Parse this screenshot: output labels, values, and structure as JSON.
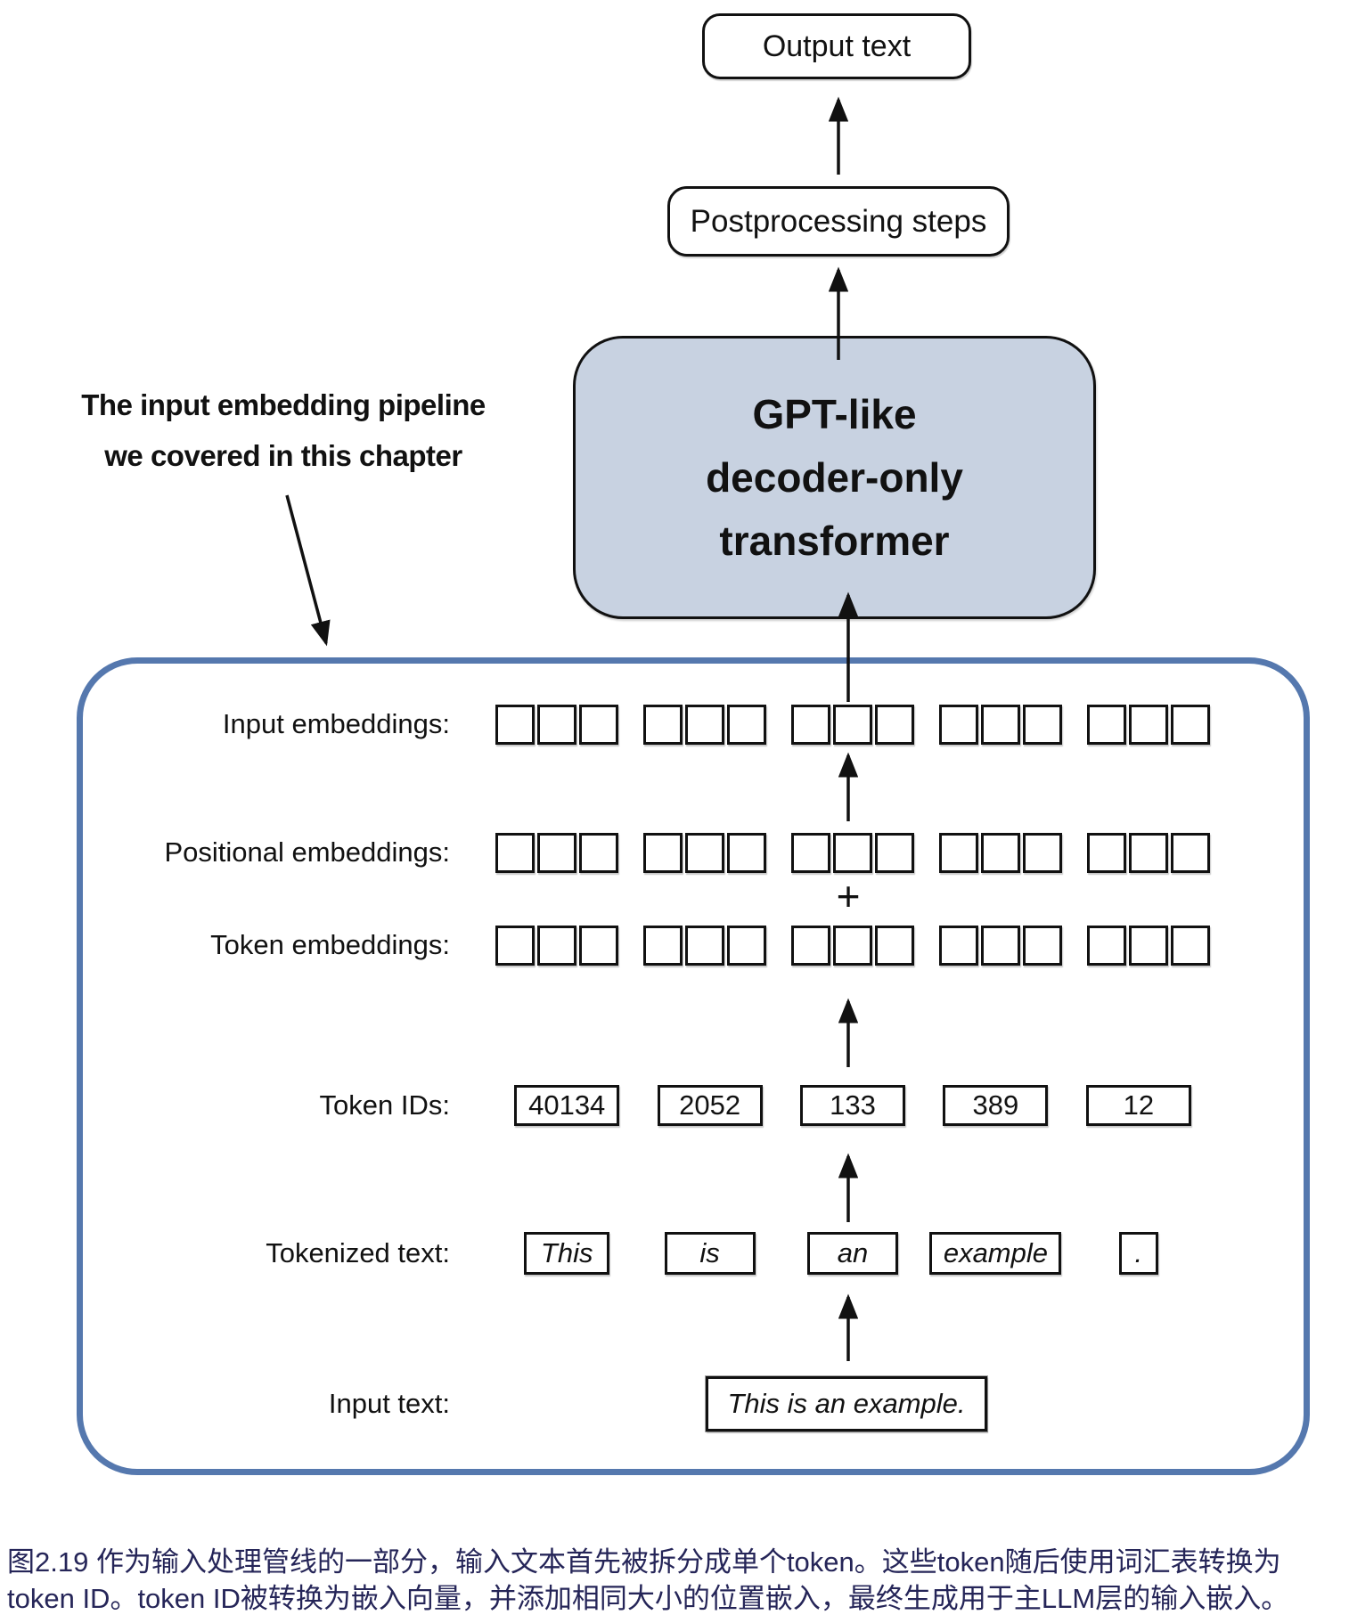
{
  "diagram": {
    "output_box_label": "Output text",
    "postprocessing_box_label": "Postprocessing steps",
    "gpt_box": {
      "line1": "GPT-like",
      "line2": "decoder-only",
      "line3": "transformer"
    },
    "annotation": {
      "line1": "The input embedding pipeline",
      "line2": "we covered in this chapter"
    },
    "pipeline": {
      "labels": {
        "input_embeddings": "Input embeddings:",
        "positional_embeddings": "Positional embeddings:",
        "token_embeddings": "Token embeddings:",
        "token_ids": "Token IDs:",
        "tokenized_text": "Tokenized text:",
        "input_text": "Input text:"
      },
      "plus_sign": "+",
      "embedding_groups": 5,
      "squares_per_group": 3,
      "token_ids": [
        "40134",
        "2052",
        "133",
        "389",
        "12"
      ],
      "tokens": [
        "This",
        "is",
        "an",
        "example",
        "."
      ],
      "input_text": "This is an example."
    }
  },
  "caption": "图2.19 作为输入处理管线的一部分，输入文本首先被拆分成单个token。这些token随后使用词汇表转换为token ID。token ID被转换为嵌入向量，并添加相同大小的位置嵌入，最终生成用于主LLM层的输入嵌入。",
  "colors": {
    "stroke": "#111111",
    "gpt_box_fill": "#c8d2e1",
    "pipeline_border": "#5578ae",
    "caption_text": "#252558"
  }
}
